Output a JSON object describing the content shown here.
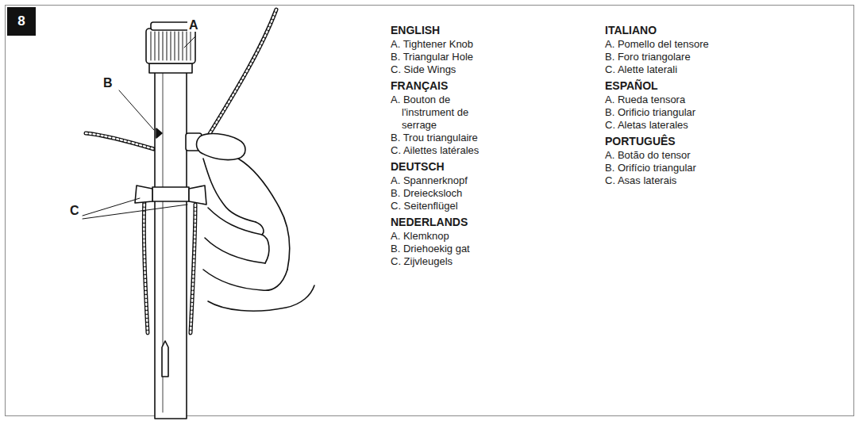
{
  "diagram": {
    "nodes": [
      {
        "text": [
          "8"
        ]
      }
    ],
    "labels": [
      "A",
      "B",
      "C",
      "ENGLISH",
      "A. Tightener Knob",
      "B. Triangular Hole",
      "C. Side Wings",
      "FRANÇAIS",
      "A. Bouton de l'instrument de serrage",
      "B. Trou triangulaire",
      "C. Ailettes latérales",
      "DEUTSCH",
      "A. Spannerknopf",
      "B. Dreiecksloch",
      "C. Seitenflügel",
      "NEDERLANDS",
      "A. Klemknop",
      "B. Driehoekig gat",
      "C. Zijvleugels",
      "ITALIANO",
      "A. Pomello del tensore",
      "B. Foro triangolare",
      "C. Alette laterali",
      "ESPAÑOL",
      "A. Rueda tensora",
      "B. Orificio triangular",
      "C. Aletas laterales",
      "PORTUGUÊS",
      "A. Botão do tensor",
      "B. Orifício triangular",
      "C. Asas laterais"
    ]
  }
}
